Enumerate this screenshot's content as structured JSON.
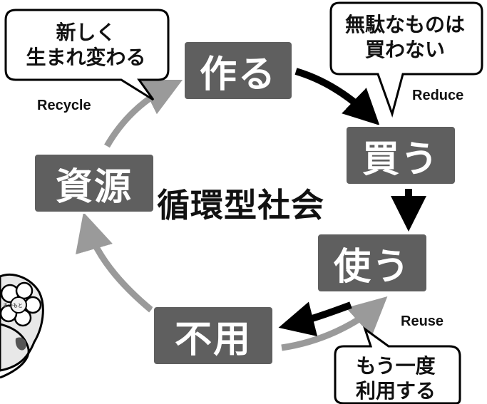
{
  "diagram": {
    "center_title": "循環型社会",
    "nodes": {
      "make": "作る",
      "buy": "買う",
      "use": "使う",
      "unused": "不用",
      "resource": "資源"
    },
    "labels": {
      "recycle": "Recycle",
      "reduce": "Reduce",
      "reuse": "Reuse"
    },
    "bubbles": {
      "recycle": [
        "新しく",
        "生まれ変わる"
      ],
      "reduce": [
        "無駄なものは",
        "買わない"
      ],
      "reuse": [
        "もう一度",
        "利用する"
      ]
    },
    "mascot_text": "まつもと"
  },
  "colors": {
    "node_fill": "#5f5f5f",
    "cycle_arrow": "#9a9a9a",
    "dark_arrow": "#000000"
  }
}
